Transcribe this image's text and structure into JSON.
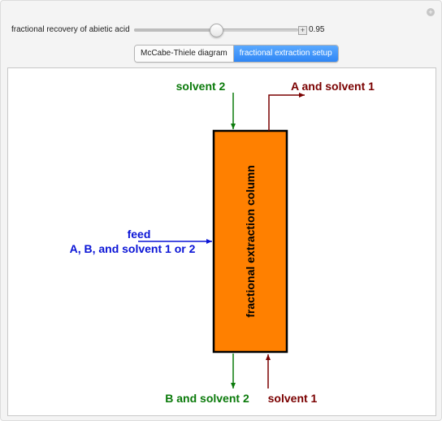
{
  "controls": {
    "slider": {
      "label": "fractional recovery of abietic acid",
      "value_text": "0.95",
      "fraction": 0.5
    },
    "tabs": [
      {
        "label": "McCabe-Thiele diagram",
        "active": false
      },
      {
        "label": "fractional extraction setup",
        "active": true
      }
    ]
  },
  "diagram": {
    "column_label": "fractional extraction column",
    "solvent2_in": "solvent 2",
    "top_out": "A and solvent 1",
    "feed_title": "feed",
    "feed_detail": "A, B, and solvent 1 or 2",
    "bottom_out": "B and solvent 2",
    "solvent1_in": "solvent 1"
  },
  "colors": {
    "green": "#0a7a0a",
    "dark_red": "#7a0000",
    "blue": "#0a14d6",
    "column_fill": "#ff8000",
    "active_tab": "#2f86f5"
  }
}
